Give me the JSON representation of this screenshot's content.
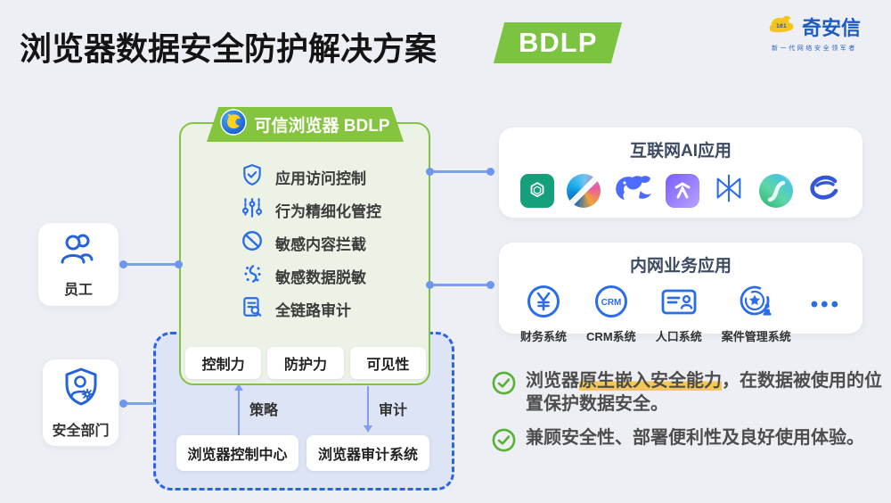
{
  "title": {
    "text": "浏览器数据安全防护解决方案",
    "badge": "BDLP"
  },
  "logo": {
    "brand": "奇安信",
    "tagline": "新一代网络安全领军者"
  },
  "actors": {
    "employee": "员工",
    "security_dept": "安全部门"
  },
  "browser_box": {
    "header": "可信浏览器 BDLP",
    "features": [
      {
        "icon": "shield-check-icon",
        "label": "应用访问控制"
      },
      {
        "icon": "sliders-icon",
        "label": "行为精细化管控"
      },
      {
        "icon": "block-icon",
        "label": "敏感内容拦截"
      },
      {
        "icon": "data-mask-icon",
        "label": "敏感数据脱敏"
      },
      {
        "icon": "audit-doc-icon",
        "label": "全链路审计"
      }
    ],
    "capabilities": [
      "控制力",
      "防护力",
      "可见性"
    ]
  },
  "management": {
    "policy_label": "策略",
    "audit_label": "审计",
    "control_center": "浏览器控制中心",
    "audit_system": "浏览器审计系统"
  },
  "panels": {
    "internet_ai": {
      "title": "互联网AI应用",
      "icons": [
        "chatgpt-icon",
        "copilot-icon",
        "deepseek-whale-icon",
        "tongyi-icon",
        "snowflake-ai-icon",
        "teal-swirl-ai-icon",
        "blue-ring-ai-icon"
      ]
    },
    "intranet": {
      "title": "内网业务应用",
      "apps": [
        {
          "icon": "yen-circle-icon",
          "icon_text": "¥",
          "label": "财务系统"
        },
        {
          "icon": "crm-circle-icon",
          "icon_text": "CRM",
          "label": "CRM系统"
        },
        {
          "icon": "id-card-icon",
          "icon_text": "",
          "label": "人口系统"
        },
        {
          "icon": "case-stamp-icon",
          "icon_text": "",
          "label": "案件管理系统"
        }
      ],
      "more": "•••"
    }
  },
  "bullets": [
    {
      "pre": "浏览器",
      "highlight": "原生嵌入安全能力",
      "post": "，在数据被使用的位置保护数据安全。"
    },
    {
      "text": "兼顾安全性、部署便利性及良好使用体验。"
    }
  ],
  "colors": {
    "accent_green": "#7dc342",
    "icon_blue": "#2b6de8",
    "dashed_blue": "#2c62e8",
    "highlight_yellow": "#f6c343",
    "brand_blue": "#1b5cc4"
  }
}
